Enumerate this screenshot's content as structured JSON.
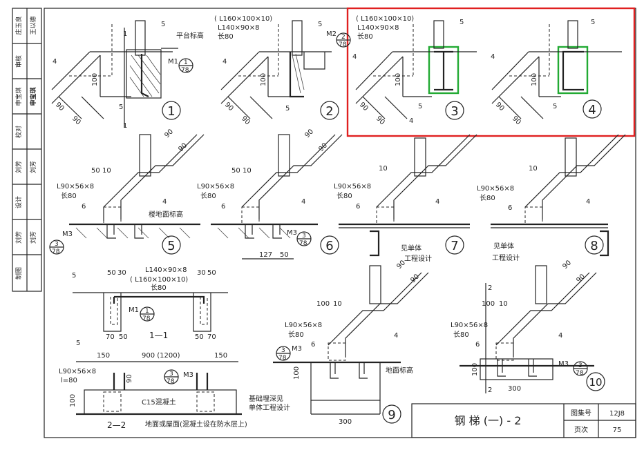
{
  "approval_strip": [
    {
      "role": "庄玉良",
      "signature": "王以德"
    },
    {
      "role": "审核",
      "signature": ""
    },
    {
      "role": "申宝琪",
      "signature": "申宝琪"
    },
    {
      "role": "校对",
      "signature": ""
    },
    {
      "role": "刘芳",
      "signature": "刘芳"
    },
    {
      "role": "设计",
      "signature": ""
    },
    {
      "role": "刘芳",
      "signature": "刘芳"
    },
    {
      "role": "制图",
      "signature": ""
    }
  ],
  "title_block": {
    "title": "钢 梯 (一) - 2",
    "atlas_label": "图集号",
    "atlas_value": "12J8",
    "page_label": "页次",
    "page_value": "75"
  },
  "details": {
    "d1": {
      "num": "1",
      "platform": "平台标高",
      "m_ref": "M1",
      "ref_top": "1",
      "ref_bot": "78",
      "dim_a": "90",
      "dim_b": "90",
      "dim_h": "100",
      "w4": "4",
      "w5": "5",
      "sec": "1"
    },
    "d2": {
      "num": "2",
      "angle1": "( L160×100×10)",
      "angle2": "L140×90×8",
      "len": "长80",
      "m_ref": "M2",
      "ref_top": "2",
      "ref_bot": "78",
      "dim_a": "90",
      "dim_b": "90",
      "dim_h": "100",
      "w4": "4",
      "w5": "5"
    },
    "d3": {
      "num": "3",
      "angle1": "( L160×100×10)",
      "angle2": "L140×90×8",
      "len": "长80",
      "dim_a": "90",
      "dim_b": "90",
      "dim_h": "100",
      "w4": "4",
      "w5": "5"
    },
    "d4": {
      "num": "4",
      "dim_a": "90",
      "dim_b": "90",
      "dim_h": "100",
      "w4": "4",
      "w5": "5"
    },
    "d5": {
      "num": "5",
      "angle": "L90×56×8",
      "len": "长80",
      "floor": "楼地面标高",
      "m_ref": "M3",
      "ref_top": "3",
      "ref_bot": "78",
      "dim_top": "90",
      "dim_top2": "90",
      "d50": "50",
      "d10": "10",
      "w4": "4",
      "w6": "6"
    },
    "d6": {
      "num": "6",
      "angle": "L90×56×8",
      "len": "长80",
      "m_ref": "M3",
      "ref_top": "3",
      "ref_bot": "78",
      "d127": "127",
      "d50": "50",
      "dim_top": "90",
      "dim_top2": "90",
      "d50b": "50",
      "d10": "10",
      "w4": "4",
      "w6": "6"
    },
    "d7": {
      "num": "7",
      "angle": "L90×56×8",
      "len": "长80",
      "see1": "见单体",
      "see2": "工程设计",
      "d10": "10",
      "w4": "4",
      "w6": "6"
    },
    "d8": {
      "num": "8",
      "angle": "L90×56×8",
      "len": "长80",
      "see1": "见单体",
      "see2": "工程设计",
      "d10": "10",
      "w4": "4",
      "w6": "6"
    },
    "d9": {
      "num": "9",
      "angle": "L90×56×8",
      "len": "长80",
      "m_ref": "M3",
      "ref_top": "3",
      "ref_bot": "78",
      "ground": "地面标高",
      "found1": "基础埋深见",
      "found2": "单体工程设计",
      "d100": "100",
      "d10": "10",
      "dh": "100",
      "d300": "300",
      "w4": "4",
      "w6": "6",
      "dim_top": "90",
      "dim_top2": "90"
    },
    "d10": {
      "num": "10",
      "angle": "L90×56×8",
      "len": "长80",
      "m_ref": "M3",
      "ref_top": "3",
      "ref_bot": "78",
      "d100": "100",
      "d10": "10",
      "dh": "100",
      "d300": "300",
      "sec": "2",
      "w4": "4",
      "w6": "6",
      "dim_top": "90",
      "dim_top2": "90"
    },
    "s11": {
      "label": "1—1",
      "angle1": "L140×90×8",
      "angle2": "( L160×100×10)",
      "len": "长80",
      "m_ref": "M1",
      "ref_top": "1",
      "ref_bot": "78",
      "d50a": "50",
      "d30a": "30",
      "d30b": "30",
      "d50b": "50",
      "d70a": "70",
      "d50c": "50",
      "d50d": "50",
      "d70b": "70",
      "w5": "5"
    },
    "s22": {
      "label": "2—2",
      "angle": "L90×56×8",
      "len": "l=80",
      "concrete": "C15混凝土",
      "floor_note": "地面或屋面(混凝土设在防水层上)",
      "d150a": "150",
      "dmid": "900 (1200)",
      "d150b": "150",
      "d100": "100",
      "d90": "90",
      "m_ref": "M3",
      "ref_top": "3",
      "ref_bot": "78",
      "w5": "5"
    }
  }
}
